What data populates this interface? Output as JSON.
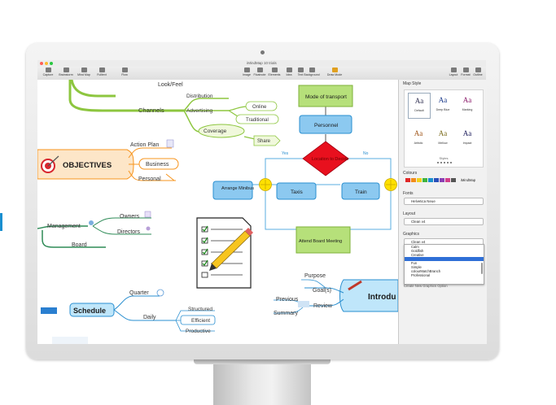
{
  "window": {
    "title": "iMindMap 10 trials"
  },
  "toolbar": {
    "items": [
      {
        "label": "Capture"
      },
      {
        "label": "Brainstorm"
      },
      {
        "label": "Mind Map"
      },
      {
        "label": "Fulltext"
      },
      {
        "label": "Flow"
      },
      {
        "label": "Image"
      },
      {
        "label": "Floatnote"
      },
      {
        "label": "Elements"
      },
      {
        "label": "Idea"
      },
      {
        "label": "Text"
      },
      {
        "label": "Background"
      },
      {
        "label": "Draw Mode"
      },
      {
        "label": "Layout"
      },
      {
        "label": "Format"
      },
      {
        "label": "Outline"
      }
    ]
  },
  "colors": {
    "green_branch": "#8dc63f",
    "flow_green": "#b6e07a",
    "flow_blue": "#8cc9f0",
    "decision_red": "#e8101e",
    "connector_yellow": "#ffe000",
    "intro_blue": "#74c3ee",
    "selection_blue": "#2f6fd6"
  },
  "mindmap": {
    "look_feel": "Look/Feel",
    "channels": "Channels",
    "distribution": "Distribution",
    "advertising": "Advertising",
    "coverage": "Coverage",
    "online": "Online",
    "traditional": "Traditional",
    "share": "Share",
    "objectives": "OBJECTIVES",
    "action_plan": "Action Plan",
    "business": "Business",
    "personal": "Personal",
    "management": "Management",
    "owners": "Owners",
    "directors": "Directors",
    "board": "Board",
    "schedule": "Schedule",
    "quarter": "Quarter",
    "daily": "Daily",
    "structured": "Structured",
    "efficient": "Efficient",
    "productive": "Productive",
    "purpose": "Purpose",
    "goals": "Goal(s)",
    "previous": "Previous",
    "review": "Review",
    "summary": "Summary",
    "introduction": "Introdu"
  },
  "flowchart": {
    "mode_of_transport": "Mode of transport",
    "personnel": "Personnel",
    "decision": "Location to Decide",
    "yes": "Yes",
    "no": "No",
    "arrange_minibus": "Arrange Minibus",
    "taxis": "Taxis",
    "train": "Train",
    "attend_board_meeting": "Attend Board Meeting"
  },
  "sidebar": {
    "map_style": {
      "title": "Map Style",
      "styles": [
        {
          "label": "Default"
        },
        {
          "label": "Deep Blue"
        },
        {
          "label": "Marking"
        },
        {
          "label": "Artistic"
        },
        {
          "label": "Mellow"
        },
        {
          "label": "Impact"
        }
      ],
      "section_label": "Styles"
    },
    "colours": {
      "title": "Colours",
      "value": "iMindMap",
      "swatches": [
        "#e02828",
        "#f28c1a",
        "#f2d21a",
        "#3fb43f",
        "#1a8fd0",
        "#2a4fb8",
        "#8a3fb4",
        "#d23f8a",
        "#555555"
      ]
    },
    "fonts": {
      "title": "Fonts",
      "value": "Helvetica Neue"
    },
    "layout": {
      "title": "Layout",
      "value": "Clean v4"
    },
    "graphics": {
      "title": "Graphics",
      "value": "Clean v4",
      "options": [
        "Calm",
        "Goldfish",
        "Creative",
        "",
        "Fun",
        "Simple",
        "colourMatchBranch",
        "Professional"
      ],
      "selected_index": 3,
      "footer": "Create New Graphics Option"
    }
  }
}
